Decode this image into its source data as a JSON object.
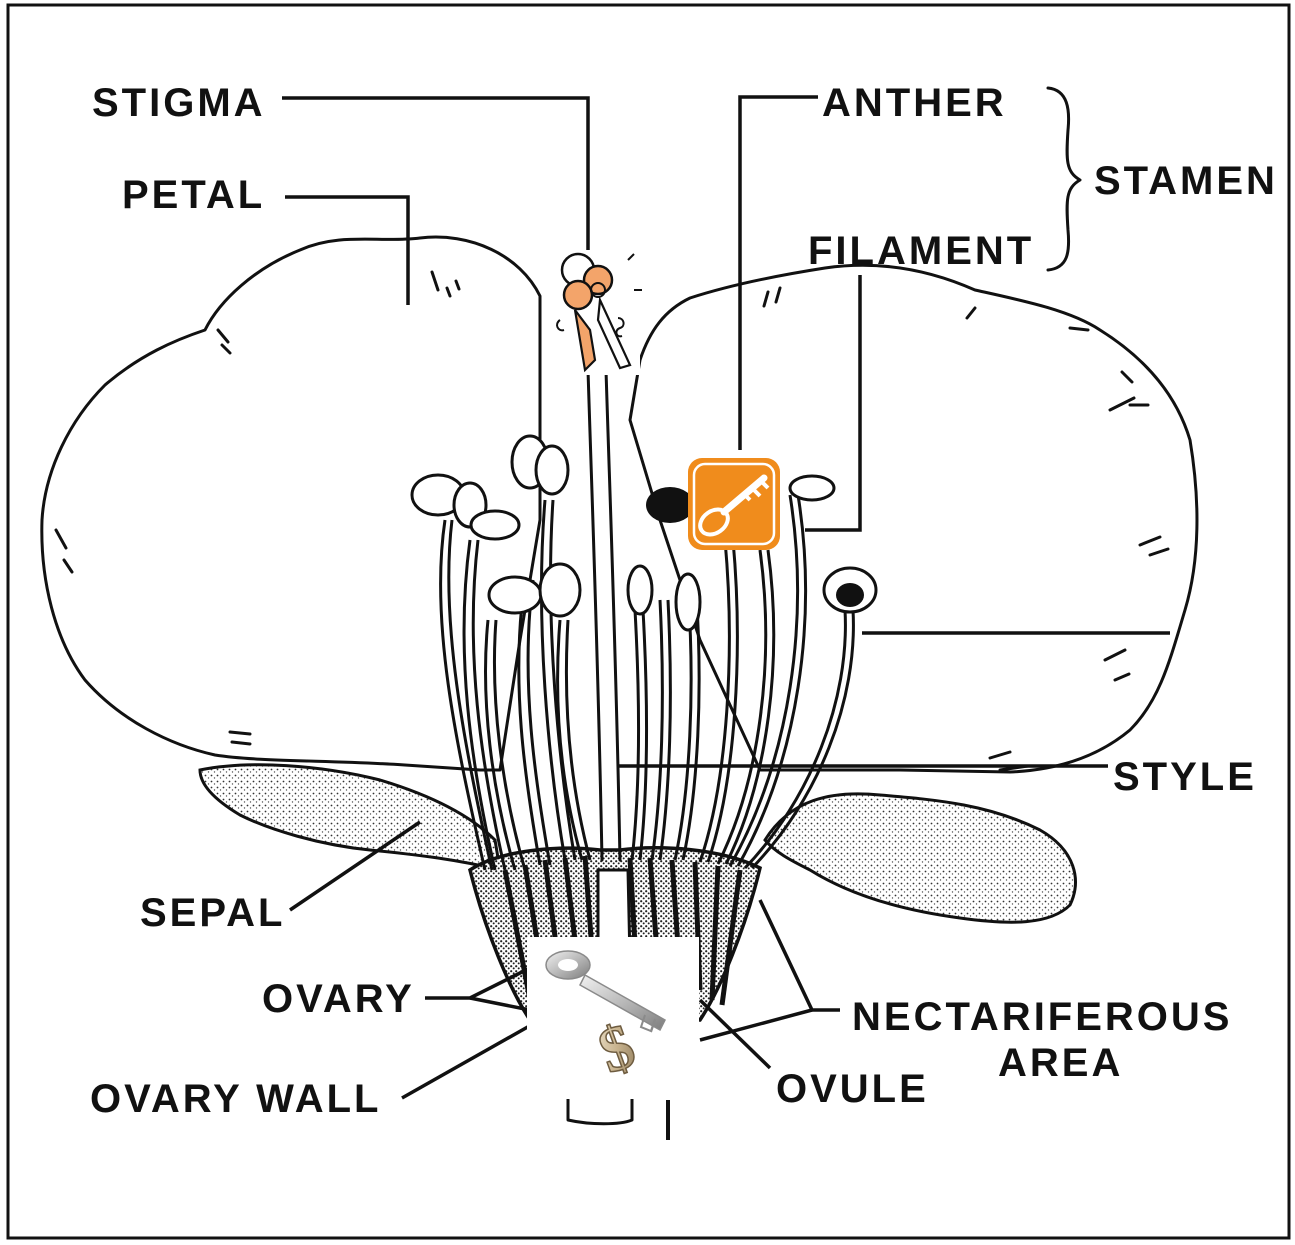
{
  "labels": {
    "stigma": "STIGMA",
    "petal": "PETAL",
    "anther": "ANTHER",
    "filament": "FILAMENT",
    "stamen": "STAMEN",
    "style": "STYLE",
    "sepal": "SEPAL",
    "ovary": "OVARY",
    "ovary_wall": "OVARY WALL",
    "nectariferous_line1": "NECTARIFEROUS",
    "nectariferous_line2": "AREA",
    "ovule": "OVULE"
  },
  "icons": {
    "stigma_marker": "doodle-keys-icon",
    "anther_marker": "orange-key-badge-icon",
    "ovary_marker": "silver-key-dollar-icon"
  },
  "colors": {
    "ink": "#111111",
    "paper": "#ffffff",
    "sepal_fill": "#dcdcdc",
    "key_orange": "#f08c1c",
    "doodle_orange": "#f3a46a"
  }
}
